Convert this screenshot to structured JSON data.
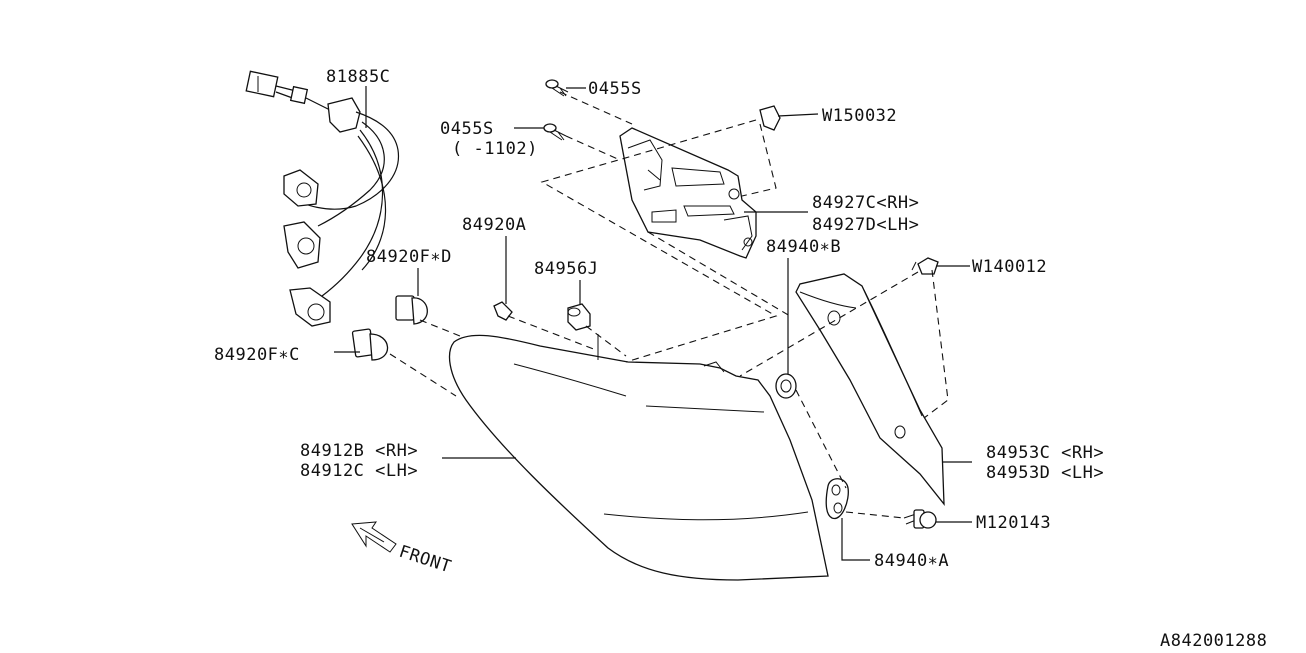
{
  "diagram_id": "A842001288",
  "direction_label": "FRONT",
  "callouts": {
    "p81885c": "81885C",
    "p0455s_a": "0455S",
    "p0455s_b": "0455S",
    "p0455s_b_note": "( -1102)",
    "w150032": "W150032",
    "p84927c": "84927C<RH>",
    "p84927d": "84927D<LH>",
    "p84920a": "84920A",
    "p84920f_d": "84920F∗D",
    "p84956j": "84956J",
    "p84940_b": "84940∗B",
    "w140012": "W140012",
    "p84920f_c": "84920F∗C",
    "p84912b": "84912B <RH>",
    "p84912c": "84912C <LH>",
    "p84953c": "84953C <RH>",
    "p84953d": "84953D <LH>",
    "m120143": "M120143",
    "p84940_a": "84940∗A"
  }
}
